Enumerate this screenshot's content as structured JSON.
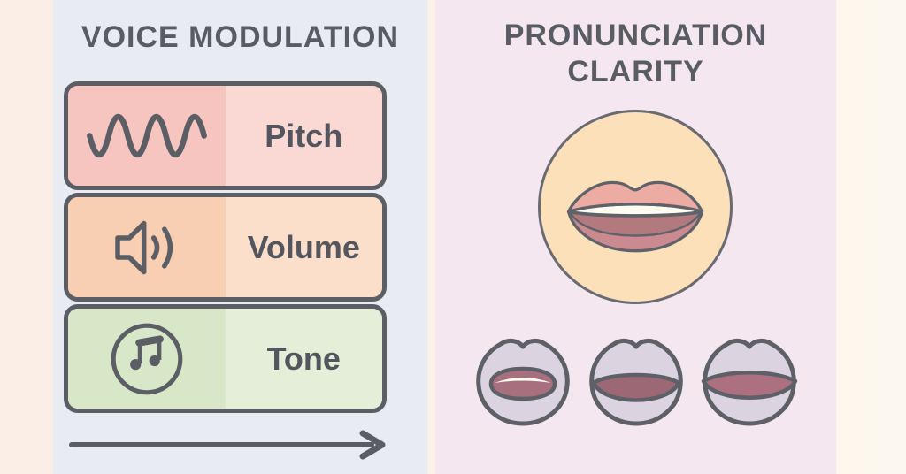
{
  "page": {
    "background_left": "#fbeee6",
    "background_right": "#fdf8ef",
    "outline_color": "#5c5e66"
  },
  "left_panel": {
    "title": "VOICE MODULATION",
    "background": "#e8ebf1",
    "text_color": "#54565f",
    "items": [
      {
        "label": "Pitch",
        "icon": "sine-wave-icon",
        "left_color": "#f7c5bf",
        "right_color": "#fad8d4"
      },
      {
        "label": "Volume",
        "icon": "speaker-icon",
        "left_color": "#f8cfb3",
        "right_color": "#fbdfca"
      },
      {
        "label": "Tone",
        "icon": "music-note-icon",
        "left_color": "#d8e7c8",
        "right_color": "#e4eed8"
      }
    ],
    "arrow": {
      "name": "right-arrow",
      "color": "#5b5d64"
    }
  },
  "right_panel": {
    "title": "PRONUNCIATION CLARITY",
    "background": "#f4e7ef",
    "big_mouth": {
      "circle_color": "#fbe0ba",
      "upper_lip_color": "#ecaba3",
      "lower_lip_color": "#ca8a90",
      "inner_mouth_color": "#b2797f",
      "opening_color": "#fffdf2"
    },
    "small_mouths": [
      {
        "name": "mouth-slightly-open",
        "lip_color": "#dcd3e1",
        "opening_color": "#a86f7e"
      },
      {
        "name": "mouth-half-open",
        "lip_color": "#dcd3e1",
        "opening_color": "#9d6876"
      },
      {
        "name": "mouth-wide-open",
        "lip_color": "#dcd3e1",
        "opening_color": "#ad7080"
      }
    ]
  }
}
